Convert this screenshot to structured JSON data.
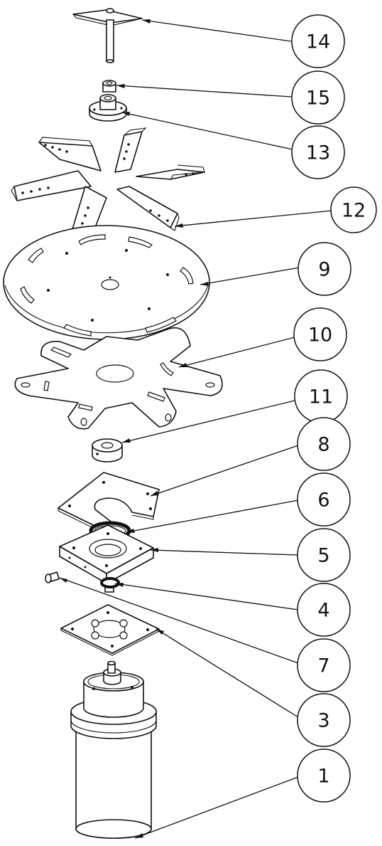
{
  "callouts": [
    {
      "id": "14",
      "label": "14"
    },
    {
      "id": "15",
      "label": "15"
    },
    {
      "id": "13",
      "label": "13"
    },
    {
      "id": "12",
      "label": "12"
    },
    {
      "id": "9",
      "label": "9"
    },
    {
      "id": "10",
      "label": "10"
    },
    {
      "id": "11",
      "label": "11"
    },
    {
      "id": "8",
      "label": "8"
    },
    {
      "id": "6",
      "label": "6"
    },
    {
      "id": "5",
      "label": "5"
    },
    {
      "id": "4",
      "label": "4"
    },
    {
      "id": "7",
      "label": "7"
    },
    {
      "id": "3",
      "label": "3"
    },
    {
      "id": "1",
      "label": "1"
    }
  ]
}
